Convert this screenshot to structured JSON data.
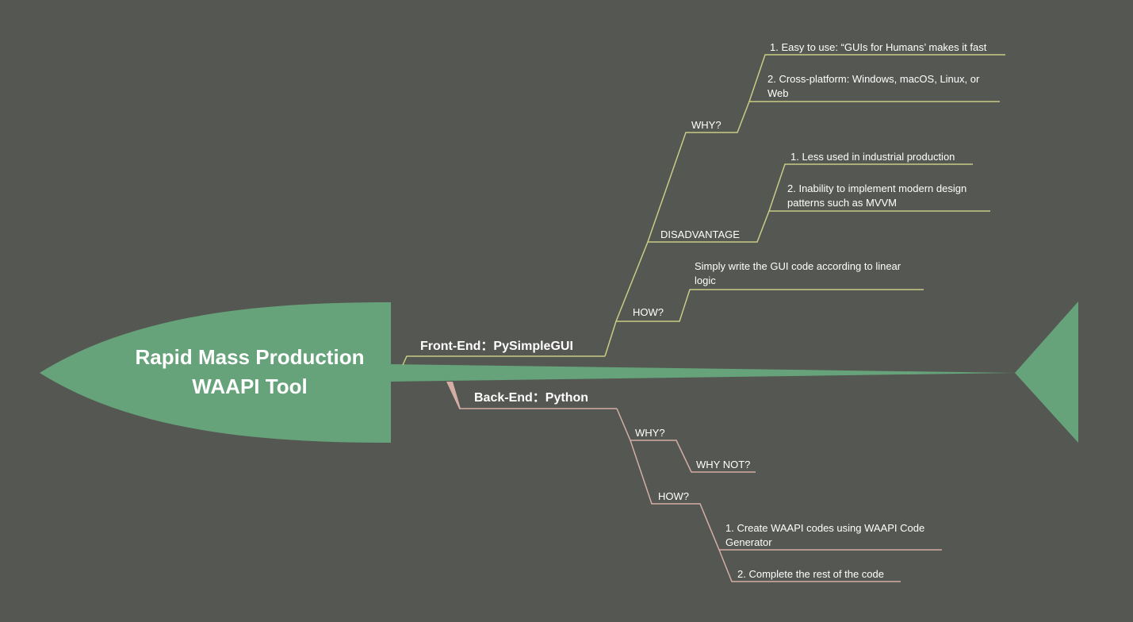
{
  "colors": {
    "background": "#555752",
    "fish": "#66a27a",
    "front_branch": "#c9cc85",
    "back_branch": "#d4aea4",
    "text": "#ffffff"
  },
  "title": {
    "line1": "Rapid Mass Production",
    "line2": "WAAPI Tool"
  },
  "front_end": {
    "label": "Front-End：PySimpleGUI",
    "why": {
      "label": "WHY?",
      "items": [
        "1. Easy to use: “GUIs for Humans’ makes it fast",
        "2. Cross-platform: Windows, macOS, Linux, or Web"
      ]
    },
    "disadvantage": {
      "label": "DISADVANTAGE",
      "items": [
        "1. Less used in industrial production",
        "2. Inability to implement modern design patterns such as MVVM"
      ]
    },
    "how": {
      "label": "HOW?",
      "items": [
        "Simply write the GUI code according to linear logic"
      ]
    }
  },
  "back_end": {
    "label": "Back-End：Python",
    "why": {
      "label": "WHY?",
      "items": [
        "WHY NOT?"
      ]
    },
    "how": {
      "label": "HOW?",
      "items": [
        "1. Create WAAPI codes using WAAPI Code Generator",
        "2. Complete the rest of the code"
      ]
    }
  }
}
